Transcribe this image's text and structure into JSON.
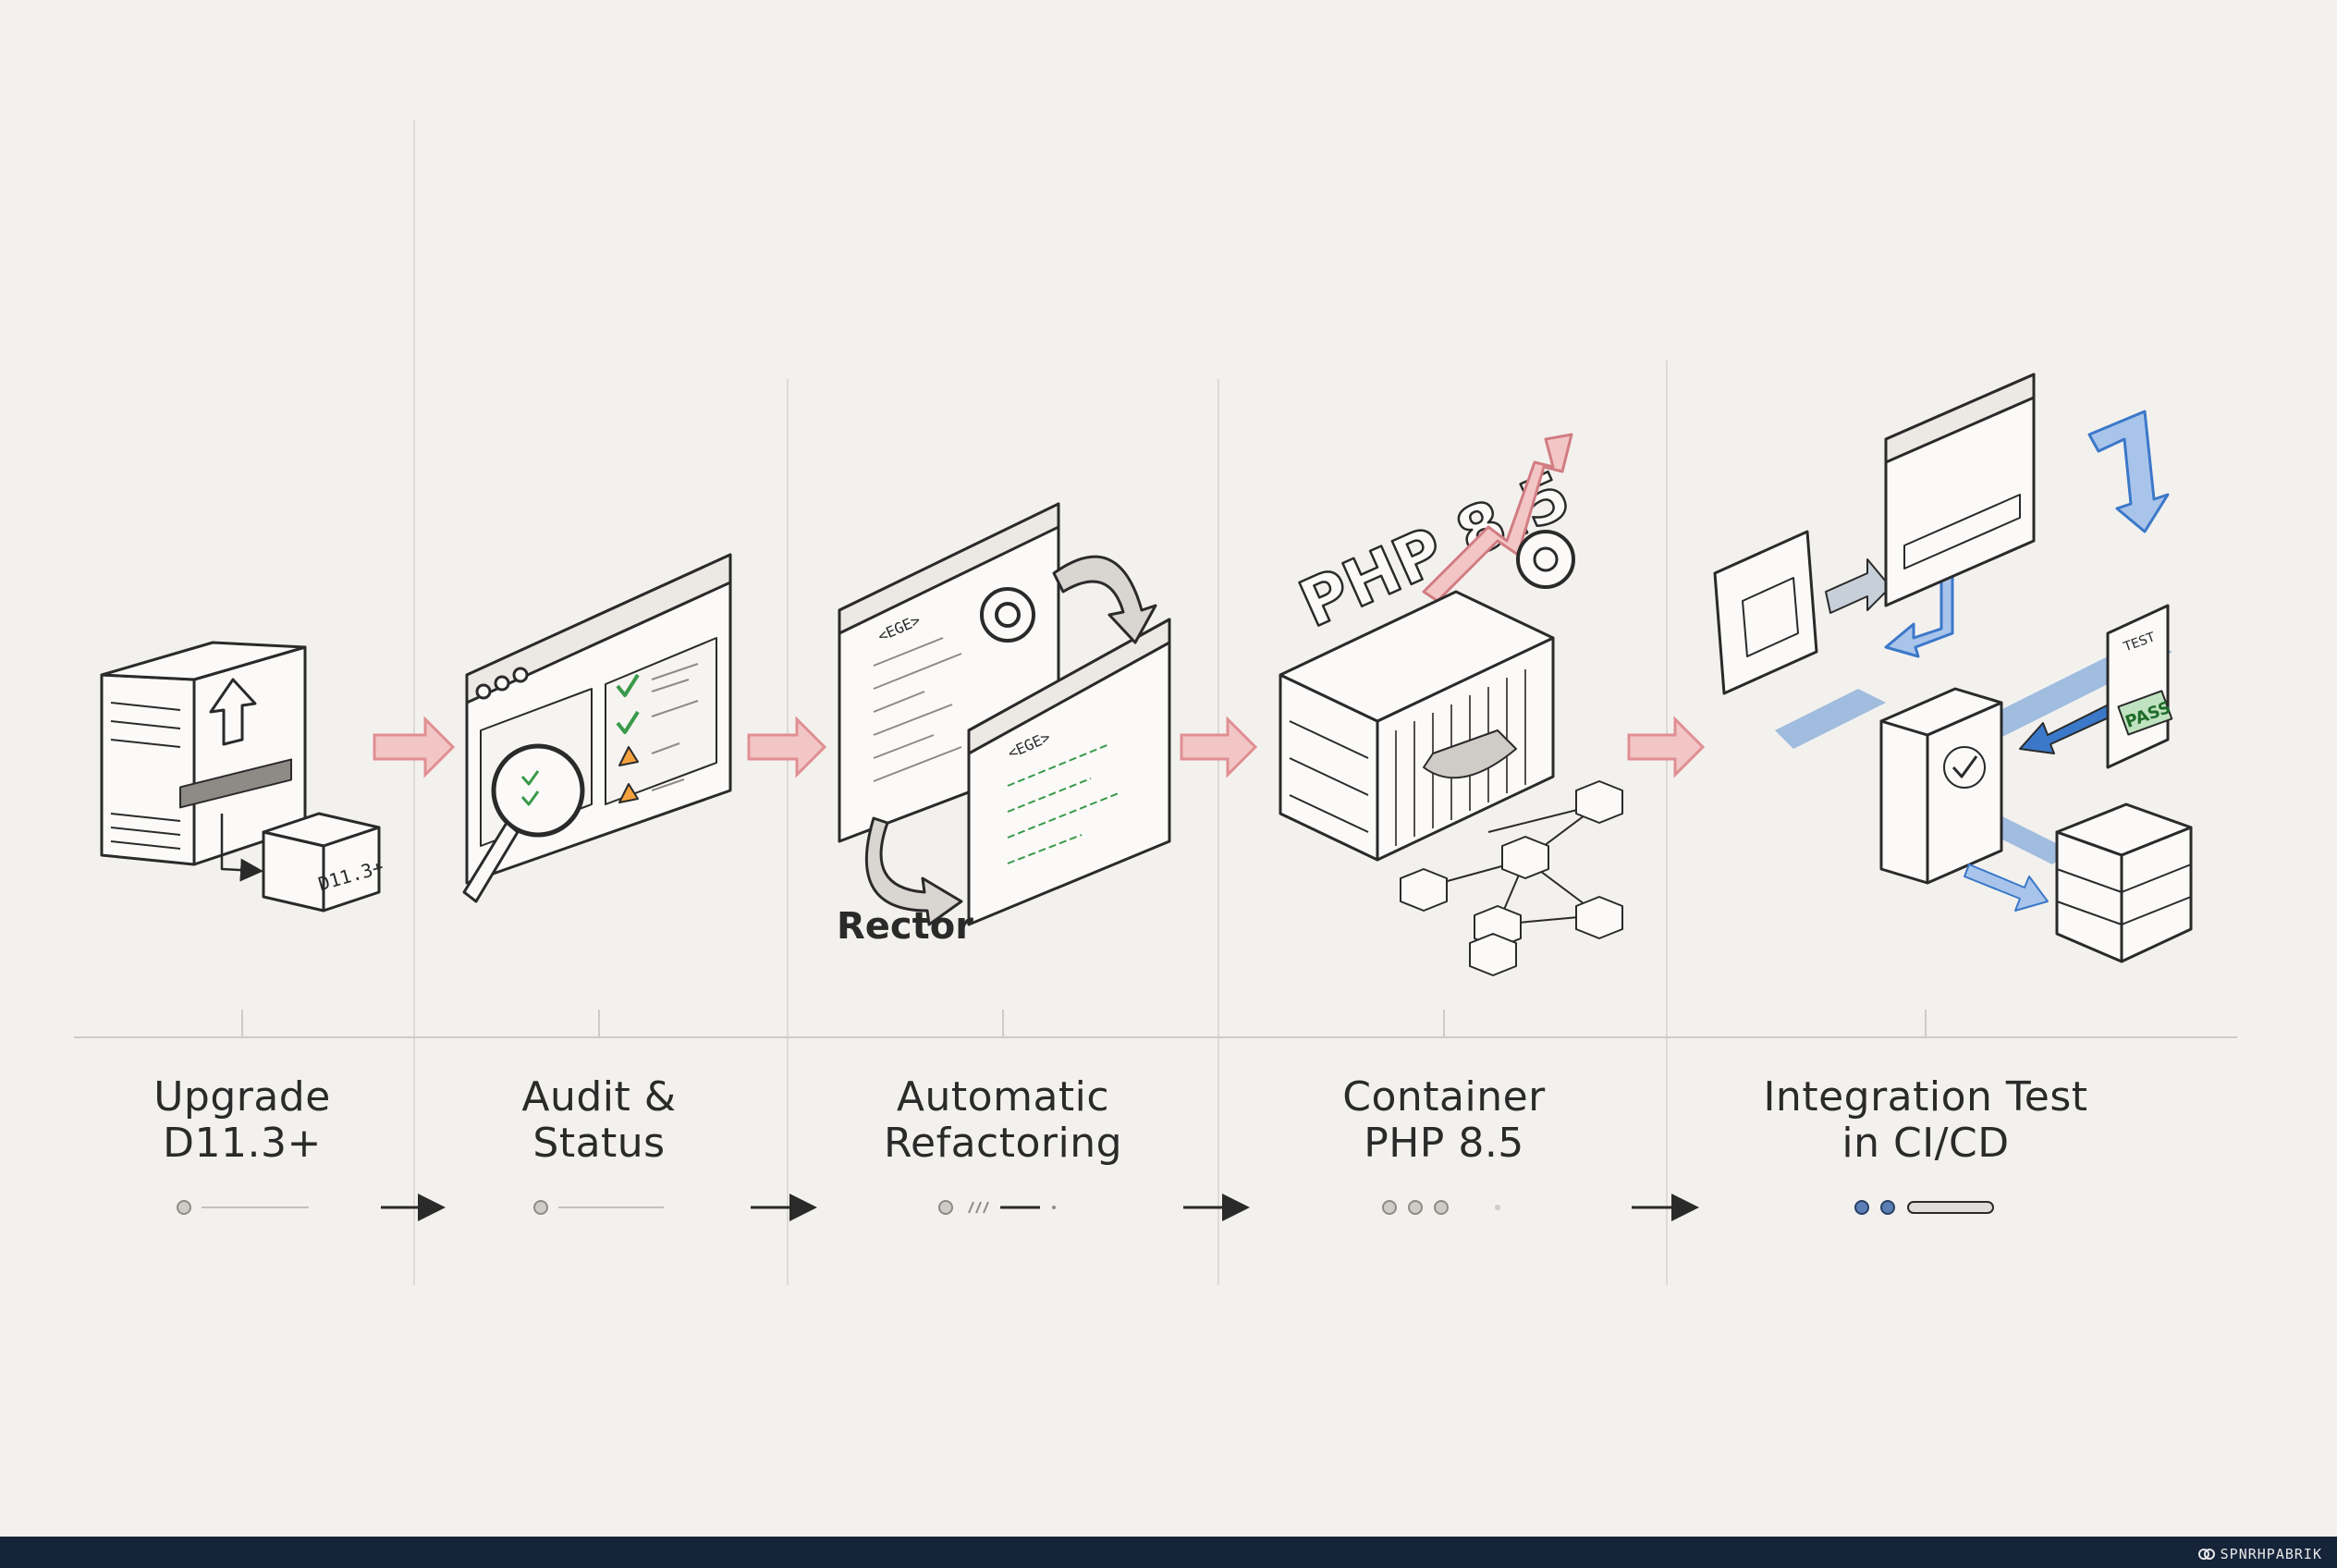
{
  "steps": [
    {
      "line1": "Upgrade",
      "line2": "D11.3+"
    },
    {
      "line1": "Audit &",
      "line2": "Status"
    },
    {
      "line1": "Automatic",
      "line2": "Refactoring"
    },
    {
      "line1": "Container",
      "line2": "PHP 8.5"
    },
    {
      "line1": "Integration Test",
      "line2": "in CI/CD"
    }
  ],
  "illustrations": {
    "upgrade_box_label": "D11.3+",
    "code_tag_left": "<EGE>",
    "code_tag_right": "<EGE>",
    "rector_label": "Rector",
    "php_label": "PHP 8.5",
    "test_doc_label": "TEST",
    "pass_badge": "PASS"
  },
  "brand": "SPNRHPABRIK",
  "colors": {
    "background": "#f3f1ee",
    "ink": "#2a2a2a",
    "arrow_pink": "#e9a0a4",
    "flow_blue": "#3b78c9",
    "check_green": "#3a9a4a",
    "warning_orange": "#e8913a",
    "footer": "#16243a"
  }
}
